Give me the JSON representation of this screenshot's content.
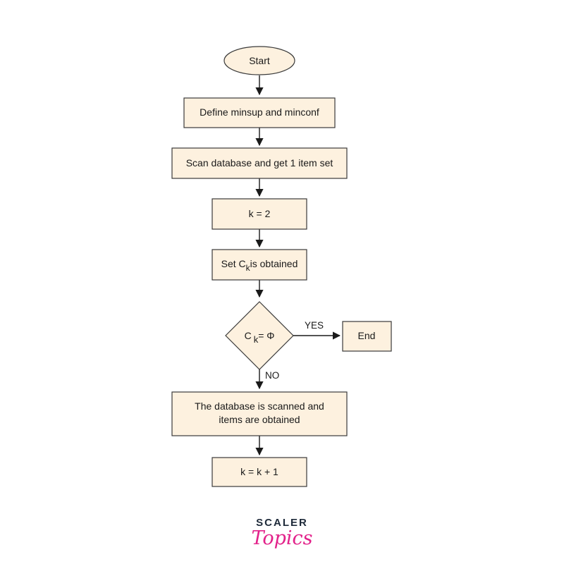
{
  "flowchart": {
    "start": "Start",
    "define": "Define minsup and minconf",
    "scan": "Scan database and get 1 item set",
    "k_init": "k = 2",
    "set_ck": {
      "prefix": "Set C",
      "sub": "k",
      "suffix": "is obtained"
    },
    "decision": {
      "prefix": "C",
      "sub": "k",
      "suffix": "= Φ"
    },
    "end": "End",
    "yes_label": "YES",
    "no_label": "NO",
    "db_scan_line1": "The database is scanned and",
    "db_scan_line2": "items are obtained",
    "k_increment": "k = k + 1"
  },
  "logo": {
    "top": "SCALER",
    "bottom": "Topics"
  },
  "colors": {
    "node_fill": "#fdf1df",
    "node_stroke": "#3a3a3a",
    "logo_pink": "#e2218a",
    "logo_dark": "#1e2a3a"
  }
}
